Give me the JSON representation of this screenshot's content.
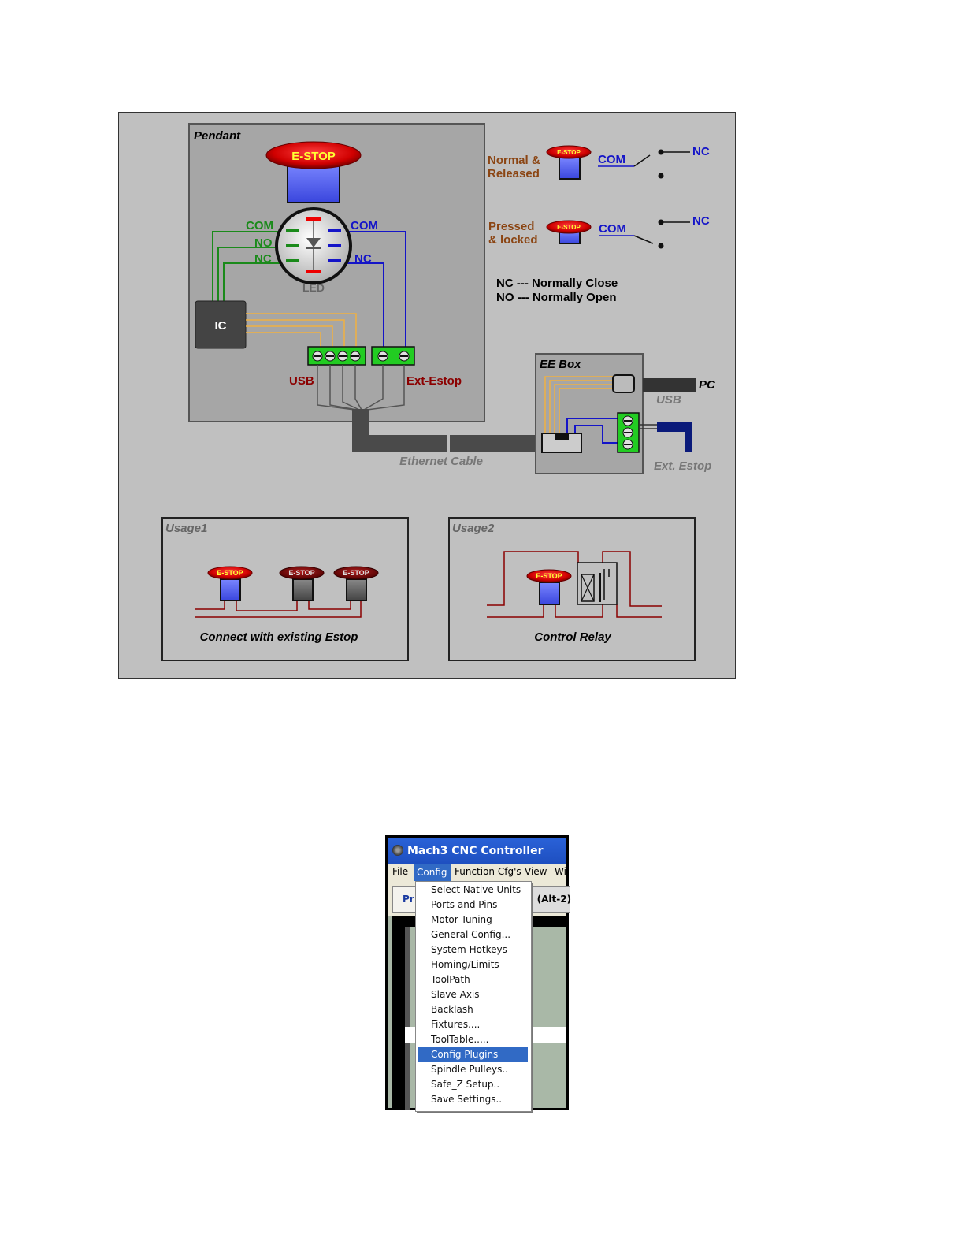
{
  "diagram": {
    "pendant": {
      "title": "Pendant",
      "estop_label": "E-STOP",
      "com_left": "COM",
      "no_left": "NO",
      "nc_left": "NC",
      "com_right": "COM",
      "nc_right": "NC",
      "led_label": "LED",
      "ic_label": "IC",
      "usb_label": "USB",
      "ext_label": "Ext-Estop"
    },
    "legend": {
      "normal_line1": "Normal &",
      "normal_line2": "Released",
      "pressed_line1": "Pressed",
      "pressed_line2": "& locked",
      "mini_estop": "E-STOP",
      "com": "COM",
      "nc": "NC",
      "def_nc": "NC --- Normally Close",
      "def_no": "NO --- Normally Open"
    },
    "eebox": {
      "title": "EE Box",
      "pc_label": "PC",
      "usb_label": "USB",
      "ext_label": "Ext. Estop",
      "cable_label": "Ethernet Cable"
    },
    "usage1": {
      "title": "Usage1",
      "estop_label": "E-STOP",
      "caption": "Connect with existing Estop"
    },
    "usage2": {
      "title": "Usage2",
      "estop_label": "E-STOP",
      "caption": "Control Relay"
    }
  },
  "mach3": {
    "title": "Mach3 CNC Controller",
    "menu": [
      "File",
      "Config",
      "Function Cfg's",
      "View",
      "Wi"
    ],
    "tab_left": "Pr",
    "tab_right": "I (Alt-2)",
    "config_items": [
      "Select Native Units",
      "Ports and Pins",
      "Motor Tuning",
      "General Config...",
      "System Hotkeys",
      "Homing/Limits",
      "ToolPath",
      "Slave Axis",
      "Backlash",
      "Fixtures....",
      "ToolTable.....",
      "Config Plugins",
      "Spindle Pulleys..",
      "Safe_Z Setup..",
      "Save Settings.."
    ],
    "selected_item": "Config Plugins"
  },
  "colors": {
    "outer_bg": "#c0c0c0",
    "pendant_bg": "#a6a6a6",
    "estop_red": "#e01010",
    "estop_yellow": "#ffff33",
    "button_blue": "#5566ff",
    "wire_green": "#1a8a1a",
    "wire_blue": "#1414c8",
    "wire_orange": "#f0b040",
    "label_brown": "#8b4513",
    "label_darkred": "#8b0000",
    "connector_green": "#22cc22",
    "menu_highlight": "#316ac5"
  }
}
